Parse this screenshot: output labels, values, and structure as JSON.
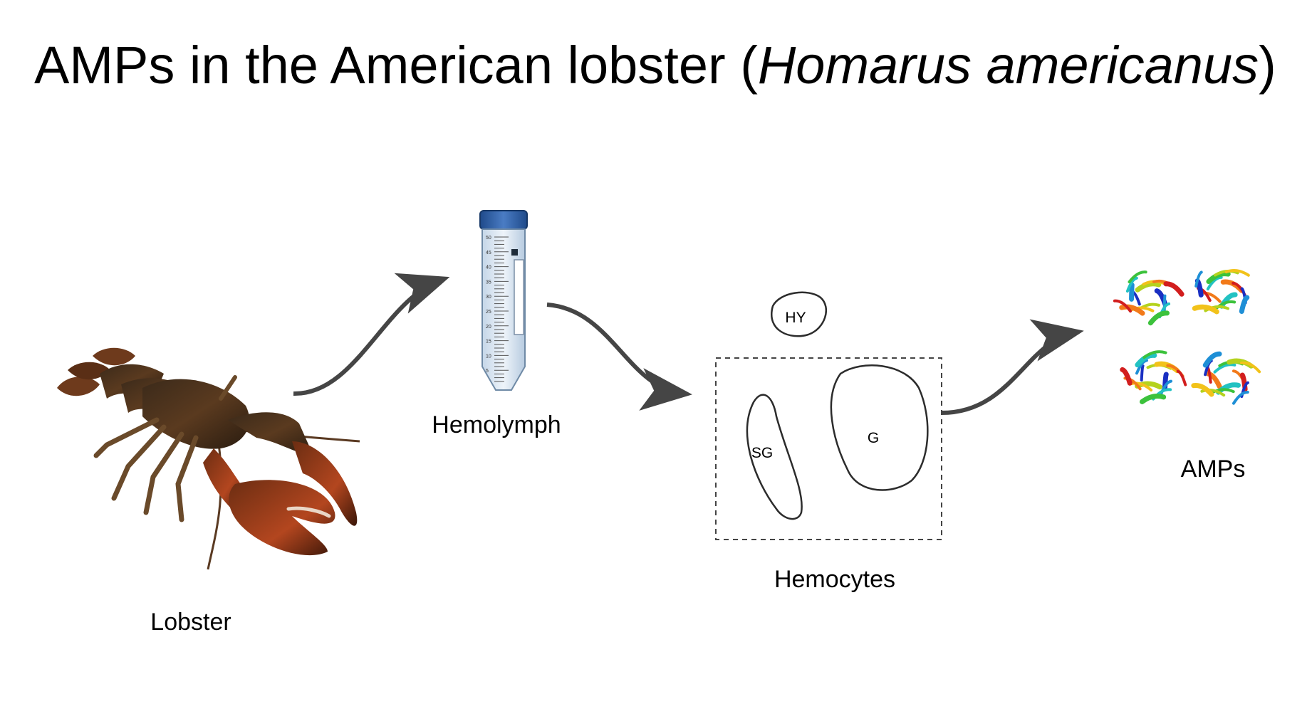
{
  "title": {
    "prefix": "AMPs in the American lobster (",
    "italic": "Homarus americanus",
    "suffix": ")"
  },
  "steps": {
    "lobster": "Lobster",
    "hemolymph": "Hemolymph",
    "hemocytes": "Hemocytes",
    "amps": "AMPs"
  },
  "cells": {
    "hyaline": "HY",
    "semi_granular": "SG",
    "granular": "G"
  },
  "tube": {
    "graduations": [
      "50",
      "45",
      "40",
      "35",
      "30",
      "25",
      "20",
      "15",
      "10",
      "5"
    ]
  },
  "colors": {
    "arrow": "#454545",
    "tube_cap": "#2f5fa8",
    "tube_body": "#d8e4f0",
    "lobster_shell": "#7a3a1c",
    "lobster_claw": "#b3461f"
  },
  "icons": [
    "lobster-photo",
    "centrifuge-tube-icon",
    "protein-structure-icon"
  ]
}
